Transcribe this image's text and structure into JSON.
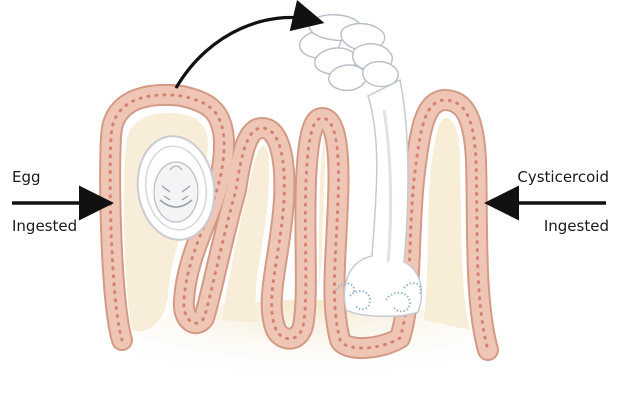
{
  "labels": {
    "left_top": "Egg",
    "left_bottom": "Ingested",
    "right_top": "Cysticercoid",
    "right_bottom": "Ingested"
  },
  "colors": {
    "lamina": "#f7ecd4",
    "epithelium": "#efc6b5",
    "epithelium_edge": "#d39a86",
    "nucleus": "#c96a5a",
    "worm": "#ffffff",
    "worm_shade": "#d9dde3",
    "hooks": "#8fb6c9",
    "arrow": "#111111"
  }
}
